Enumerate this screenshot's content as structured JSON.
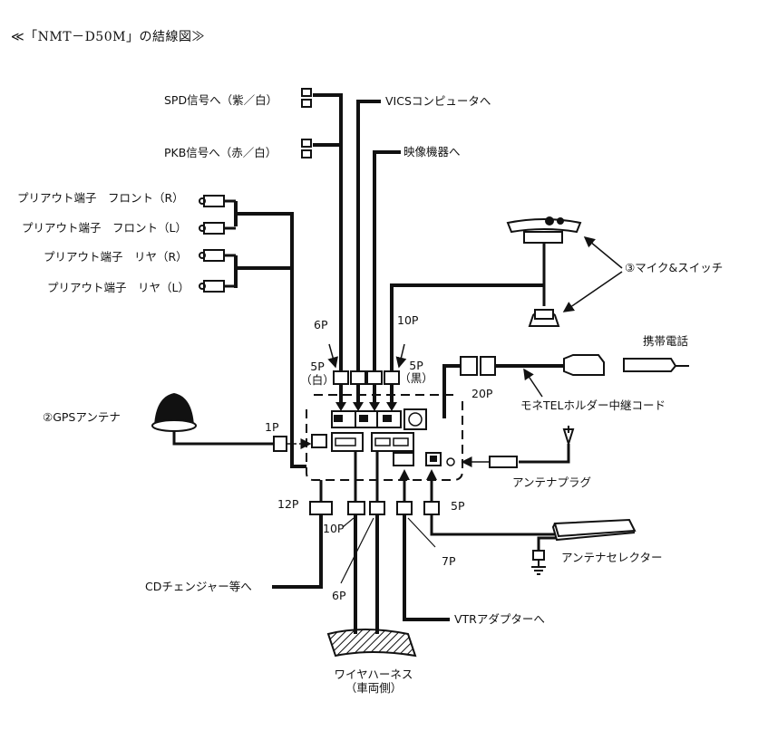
{
  "title": "≪「NMT－D50M」の結線図≫",
  "labels": {
    "spd": "SPD信号へ（紫／白）",
    "pkb": "PKB信号へ（赤／白）",
    "vics": "VICSコンピュータへ",
    "video": "映像機器へ",
    "pre_front_r": "プリアウト端子　フロント（R）",
    "pre_front_l": "プリアウト端子　フロント（L）",
    "pre_rear_r": "プリアウト端子　リヤ（R）",
    "pre_rear_l": "プリアウト端子　リヤ（L）",
    "mic_switch": "③マイク&スイッチ",
    "p6_top": "6P",
    "p10_top": "10P",
    "p5_white": "5P",
    "p5_white_sub": "（白）",
    "p5_black": "5P",
    "p5_black_sub": "（黒）",
    "mobile_phone": "携帯電話",
    "p20": "20P",
    "monetel": "モネTELホルダー中継コード",
    "gps": "②GPSアンテナ",
    "p1": "1P",
    "antenna_plug": "アンテナプラグ",
    "p12": "12P",
    "p10_bottom": "10P",
    "p5_bottom": "5P",
    "p7": "7P",
    "antenna_selector": "アンテナセレクター",
    "cd_changer": "CDチェンジャー等へ",
    "p6_bottom": "6P",
    "vtr": "VTRアダプターへ",
    "wire_harness": "ワイヤハーネス",
    "vehicle_side": "（車両側）"
  }
}
